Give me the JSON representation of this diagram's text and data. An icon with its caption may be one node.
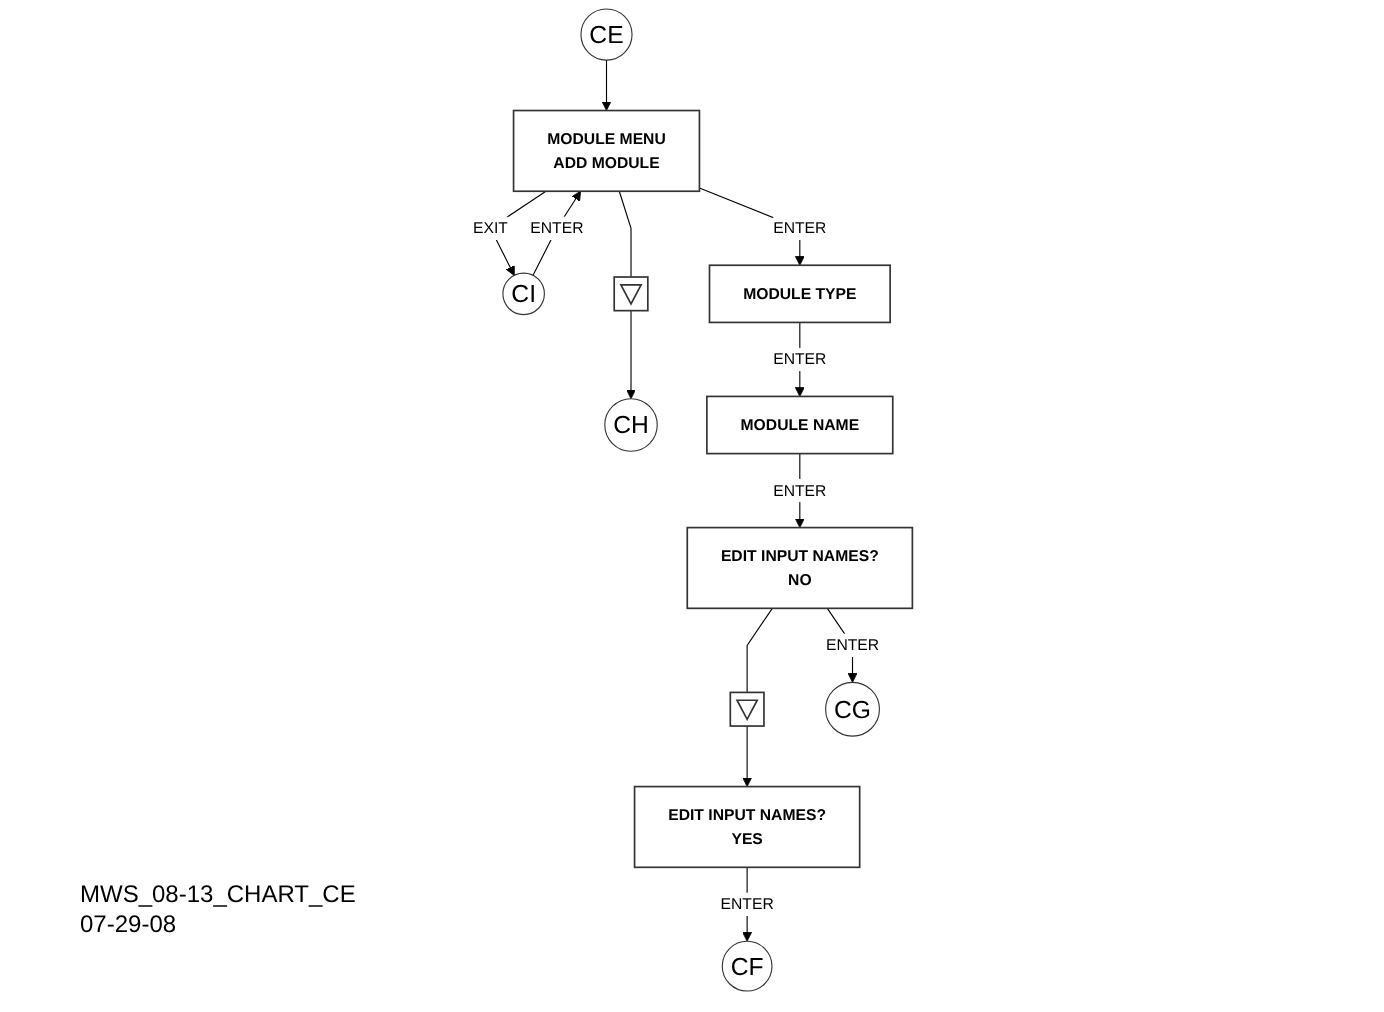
{
  "diagram": {
    "nodes": [
      {
        "text": [
          "CE"
        ]
      },
      {
        "text": [
          "CI"
        ]
      },
      {
        "text": [
          "MODULE MENU",
          "ADD MODULE"
        ]
      },
      {
        "text": [],
        "shape": "box"
      },
      {
        "text": [
          "CH"
        ]
      },
      {
        "text": [
          "MODULE TYPE"
        ]
      },
      {
        "text": [
          "MODULE NAME"
        ]
      },
      {
        "text": [
          "EDIT INPUT NAMES?",
          "NO"
        ]
      },
      {
        "text": [],
        "shape": "box"
      },
      {
        "text": [
          "EDIT INPUT NAMES?",
          "YES"
        ]
      },
      {
        "text": [
          "CG"
        ]
      },
      {
        "text": [
          "CF"
        ]
      }
    ],
    "edges": [
      {
        "from": 0,
        "to": 2,
        "arrow": "to"
      },
      {
        "from": 1,
        "to": 2,
        "label": "ENTER",
        "arrow": "to"
      },
      {
        "from": 2,
        "to": 1,
        "label": "EXIT",
        "arrow": "to"
      },
      {
        "from": 2,
        "to": 3,
        "arrow": "none"
      },
      {
        "from": 3,
        "to": 4,
        "arrow": "to"
      },
      {
        "from": 2,
        "to": 5,
        "label": "ENTER",
        "arrow": "to"
      },
      {
        "from": 5,
        "to": 6,
        "label": "ENTER",
        "arrow": "to"
      },
      {
        "from": 6,
        "to": 7,
        "label": "ENTER",
        "arrow": "to"
      },
      {
        "from": 7,
        "to": 8,
        "arrow": "none"
      },
      {
        "from": 8,
        "to": 9,
        "arrow": "to"
      },
      {
        "from": 7,
        "to": 10,
        "label": "ENTER",
        "arrow": "to"
      },
      {
        "from": 9,
        "to": 11,
        "label": "ENTER",
        "arrow": "to"
      }
    ],
    "labels": [
      "MWS_08-13_CHART_CE",
      "07-29-08"
    ]
  }
}
